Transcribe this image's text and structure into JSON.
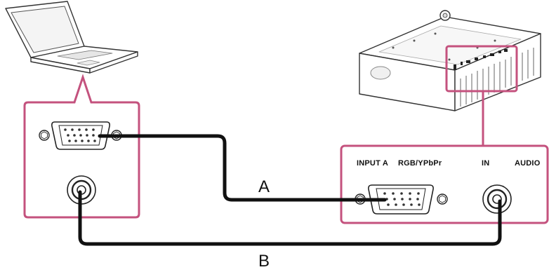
{
  "colors": {
    "callout": "#c4527e",
    "cable": "#111111",
    "device_line": "#333333",
    "device_fill": "#ffffff",
    "background": "#ffffff"
  },
  "computer": {
    "icon": "laptop-icon",
    "ports": [
      "vga-port-icon",
      "audio-jack-icon"
    ]
  },
  "projector": {
    "icon": "projector-icon",
    "port_labels": {
      "input": "INPUT A",
      "signal": "RGB/YPbPr",
      "in": "IN",
      "audio": "AUDIO"
    },
    "ports": [
      "vga-port-icon",
      "audio-jack-icon"
    ]
  },
  "cables": {
    "a": "A",
    "b": "B"
  }
}
